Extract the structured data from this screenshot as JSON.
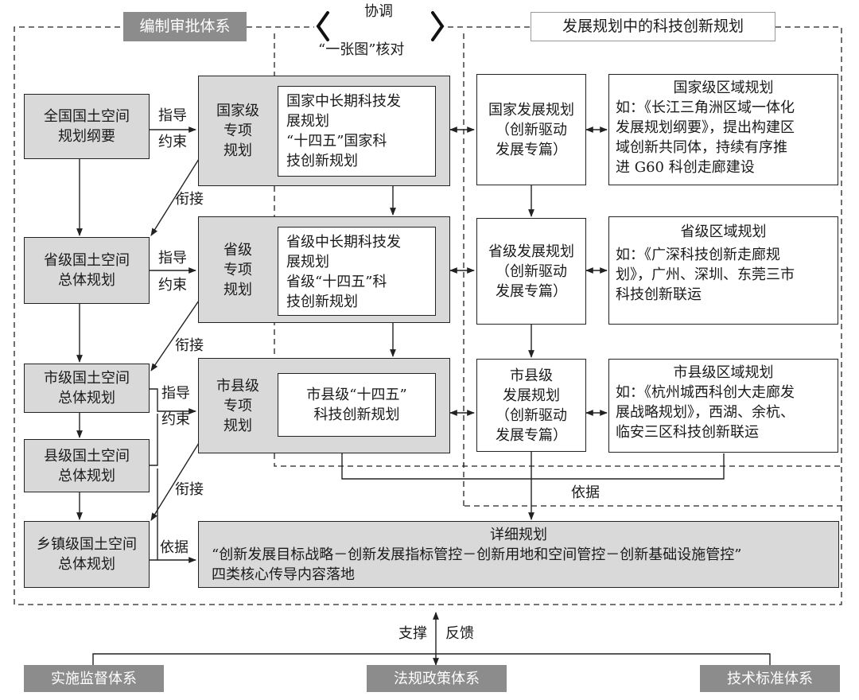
{
  "headers": {
    "approval_system": "编制审批体系",
    "coordination": "协调",
    "tech_innovation_planning": "发展规划中的科技创新规划",
    "one_map_check": "“一张图”核对"
  },
  "left_column": {
    "national": [
      "全国国土空间",
      "规划纲要"
    ],
    "provincial": [
      "省级国土空间",
      "总体规划"
    ],
    "city": [
      "市级国土空间",
      "总体规划"
    ],
    "county": [
      "县级国土空间",
      "总体规划"
    ],
    "town": [
      "乡镇级国土空间",
      "总体规划"
    ]
  },
  "special_plans": {
    "national": [
      "国家级",
      "专项",
      "规划"
    ],
    "provincial": [
      "省级",
      "专项",
      "规划"
    ],
    "city": [
      "市县级",
      "专项",
      "规划"
    ]
  },
  "tech_plans": {
    "national": [
      "国家中长期科技发",
      "展规划",
      "“十四五”国家科",
      "技创新规划"
    ],
    "provincial": [
      "省级中长期科技发",
      "展规划",
      "省级“十四五”科",
      "技创新规划"
    ],
    "city": [
      "市县级“十四五”",
      "科技创新规划"
    ]
  },
  "dev_plans": {
    "national": [
      "国家发展规划",
      "（创新驱动",
      "发展专篇）"
    ],
    "provincial": [
      "省级发展规划",
      "（创新驱动",
      "发展专篇）"
    ],
    "city": [
      "市县级",
      "发展规划",
      "（创新驱动",
      "发展专篇）"
    ]
  },
  "regional_plans": {
    "national": {
      "title": "国家级区域规划",
      "lines": [
        "如：《长江三角洲区域一体化",
        "发展规划纲要》，提出构建区",
        "域创新共同体，持续有序推",
        "进 G60 科创走廊建设"
      ]
    },
    "provincial": {
      "title": "省级区域规划",
      "lines": [
        "如：《广深科技创新走廊规",
        "划》，广州、深圳、东莞三市",
        "科技创新联运"
      ]
    },
    "city": {
      "title": "市县级区域规划",
      "lines": [
        "如：《杭州城西科创大走廊发",
        "展战略规划》，西湖、余杭、",
        "临安三区科技创新联运"
      ]
    }
  },
  "detailed_plan": {
    "title": "详细规划",
    "line1": "“创新发展目标战略－创新发展指标管控－创新用地和空间管控－创新基础设施管控”",
    "line2": "四类核心传导内容落地"
  },
  "labels": {
    "guide_1": "指导",
    "constrain_1": "约束",
    "guide_2": "指导",
    "constrain_2": "约束",
    "guide_3": "指导",
    "constrain_3": "约束",
    "link_1": "衔接",
    "link_2": "衔接",
    "link_3": "衔接",
    "basis_1": "依据",
    "basis_2": "依据",
    "support": "支撑",
    "feedback": "反馈"
  },
  "bottom_systems": {
    "monitoring": "实施监督体系",
    "legal": "法规政策体系",
    "technical": "技术标准体系"
  },
  "colors": {
    "dark_header": "#8c8c8c",
    "light_box": "#d9d9d9",
    "line": "#222222"
  }
}
